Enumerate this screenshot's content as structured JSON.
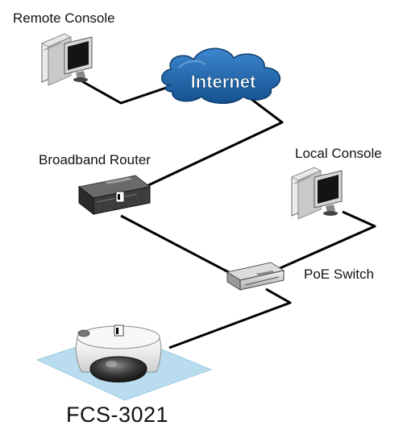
{
  "nodes": {
    "remote_console": "Remote Console",
    "internet": "Internet",
    "broadband_router": "Broadband Router",
    "local_console": "Local Console",
    "poe_switch": "PoE Switch",
    "camera": "FCS-3021"
  },
  "icons": {
    "remote_console": "desktop-computer-icon",
    "internet": "cloud-icon",
    "router": "router-icon",
    "local_console": "desktop-computer-icon",
    "switch": "network-switch-icon",
    "camera": "dome-camera-icon"
  },
  "colors": {
    "cloud_fill": "#1e63a8",
    "cloud_text": "#ffffff",
    "link_line": "#000000",
    "camera_base": "#b9dcee"
  }
}
